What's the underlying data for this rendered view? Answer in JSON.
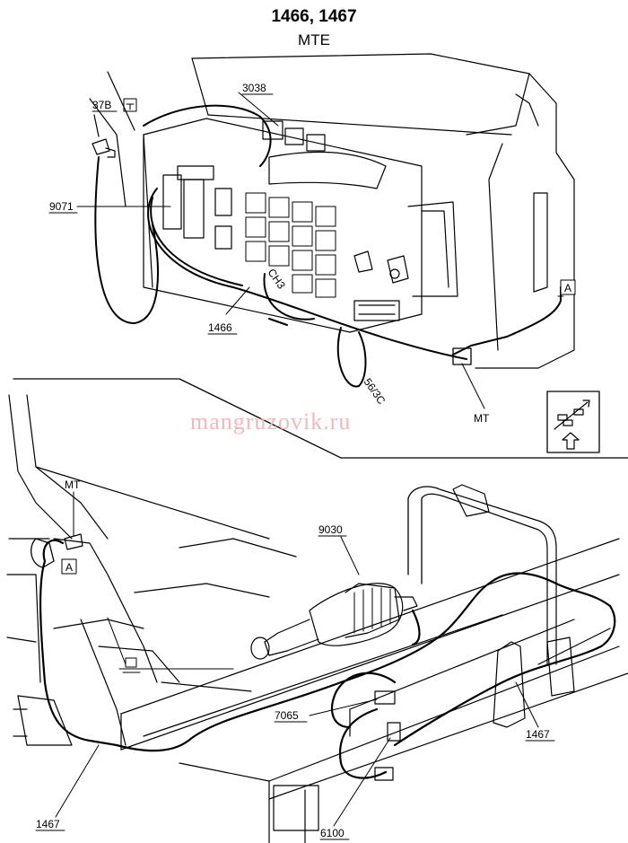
{
  "title": "1466, 1467",
  "subtitle": "MTE",
  "watermark": "mangruzovik.ru",
  "labels": {
    "l_37b": "37B",
    "l_3038": "3038",
    "l_9071": "9071",
    "l_1466": "1466",
    "l_ch3": "CH3",
    "l_56_3c": "56/3C",
    "l_mt_top": "MT",
    "l_a_top": "A",
    "l_mt_bottom": "MT",
    "l_a_bottom": "A",
    "l_9030": "9030",
    "l_7065": "7065",
    "l_1467_right": "1467",
    "l_1467_left": "1467",
    "l_6100": "6100"
  },
  "colors": {
    "line": "#000000",
    "watermark": "#f2b8b8"
  },
  "icons": {
    "ground": "ground-symbol-icon",
    "orientation": "orientation-arrow-icon"
  }
}
